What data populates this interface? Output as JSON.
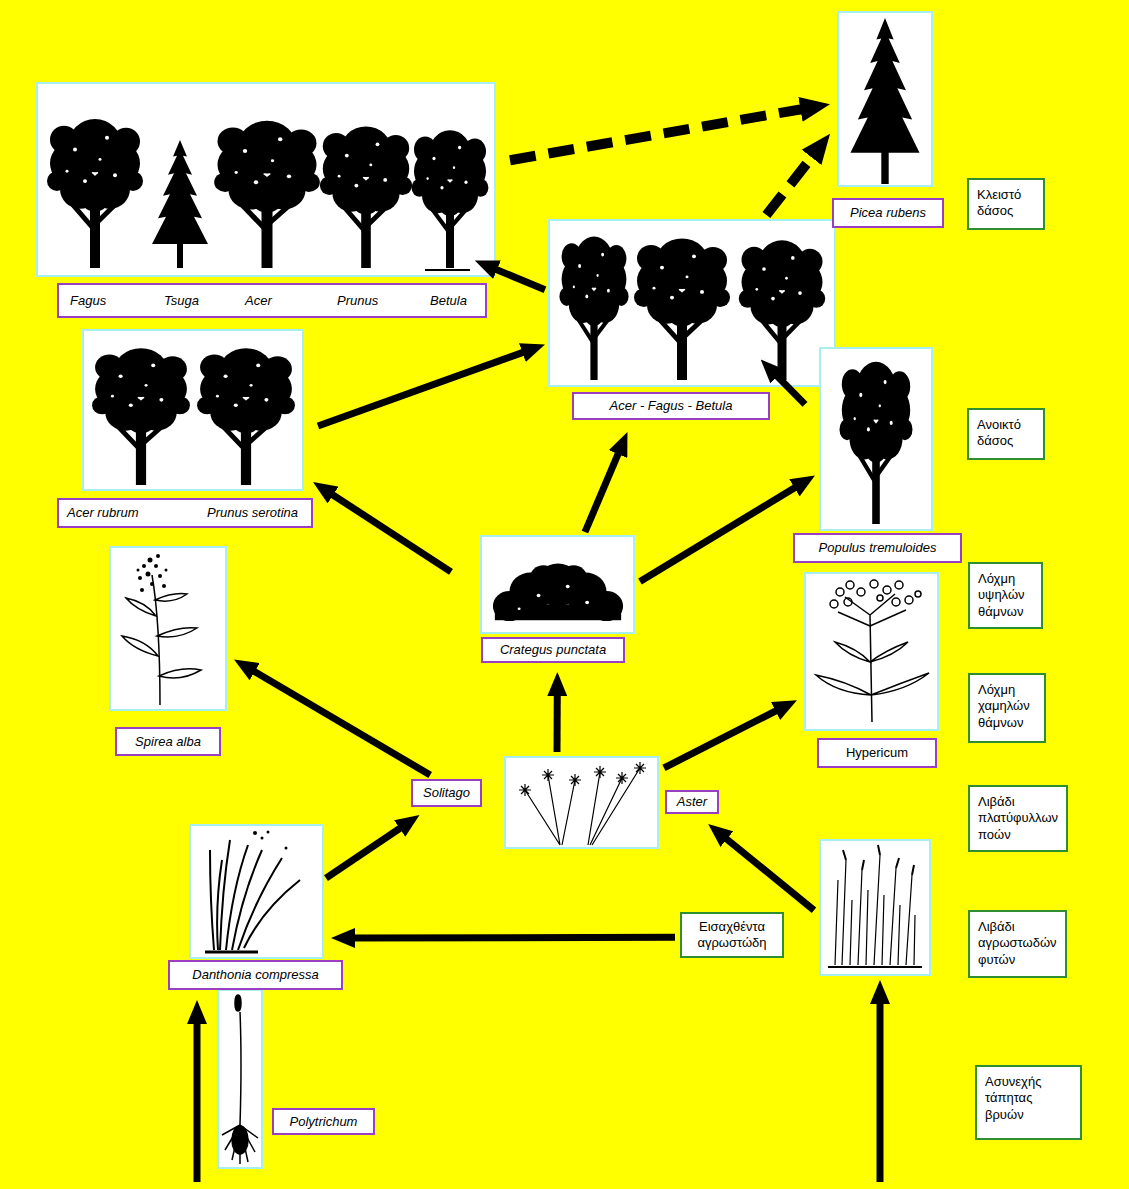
{
  "diagram": {
    "nodes": [
      {
        "text": [
          "Picea rubens"
        ]
      },
      {
        "text": [
          "Fagus",
          "Tsuga",
          "Acer",
          "Prunus",
          "Betula"
        ]
      },
      {
        "text": [
          "Acer - Fagus - Betula"
        ]
      },
      {
        "text": [
          "Acer rubrum",
          "Prunus serotina"
        ]
      },
      {
        "text": [
          "Populus tremuloides"
        ]
      },
      {
        "text": [
          "Spirea alba"
        ]
      },
      {
        "text": [
          "Crategus punctata"
        ]
      },
      {
        "text": [
          "Hypericum"
        ]
      },
      {
        "text": [
          "Solitago"
        ]
      },
      {
        "text": [
          "Aster"
        ]
      },
      {
        "text": [
          "Danthonia compressa"
        ]
      },
      {
        "text": [
          "Polytrichum"
        ]
      },
      {
        "text": [
          "Εισαχθέντα αγρωστώδη"
        ]
      },
      {
        "text": [
          "Κλειστό δάσος"
        ]
      },
      {
        "text": [
          "Ανοικτό δάσος"
        ]
      },
      {
        "text": [
          "Λόχμη υψηλών θάμνων"
        ]
      },
      {
        "text": [
          "Λόχμη χαμηλών θάμνων"
        ]
      },
      {
        "text": [
          "Λιβάδι πλατύφυλλων ποών"
        ]
      },
      {
        "text": [
          "Λιβάδι αγρωστωδών φυτών"
        ]
      },
      {
        "text": [
          "Ασυνεχής τάπητας βρυών"
        ]
      }
    ],
    "edges": [
      {
        "from": 10,
        "to": 8,
        "arrow": "to"
      },
      {
        "from": 12,
        "to": 10,
        "arrow": "to"
      },
      {
        "from": 12,
        "to": 9,
        "arrow": "to"
      },
      {
        "from": 8,
        "to": 5,
        "arrow": "to"
      },
      {
        "from": 9,
        "to": 6,
        "arrow": "to"
      },
      {
        "from": 9,
        "to": 7,
        "arrow": "to"
      },
      {
        "from": 6,
        "to": 3,
        "arrow": "to"
      },
      {
        "from": 6,
        "to": 2,
        "arrow": "to"
      },
      {
        "from": 6,
        "to": 4,
        "arrow": "to"
      },
      {
        "from": 3,
        "to": 2,
        "arrow": "to"
      },
      {
        "from": 4,
        "to": 2,
        "arrow": "to"
      },
      {
        "from": 2,
        "to": 1,
        "arrow": "to"
      },
      {
        "from": 1,
        "to": 0,
        "arrow": "to"
      },
      {
        "from": 2,
        "to": 0,
        "arrow": "to"
      }
    ]
  }
}
